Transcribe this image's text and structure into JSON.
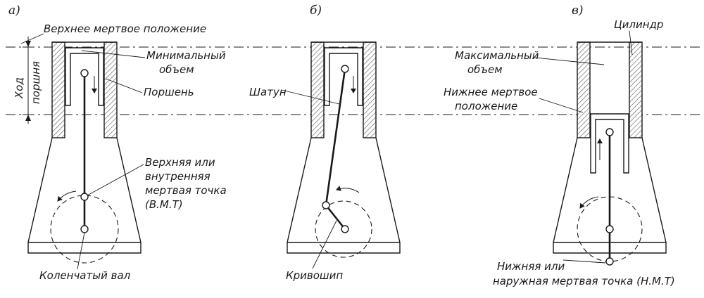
{
  "panels": {
    "a": "а)",
    "b": "б)",
    "v": "в)"
  },
  "labels": {
    "top_dead_position": "Верхнее мертвое положение",
    "stroke_line1": "Ход",
    "stroke_line2": "поршня",
    "min_volume_line1": "Минимальный",
    "min_volume_line2": "объем",
    "piston": "Поршень",
    "tdc_line1": "Верхняя или",
    "tdc_line2": "внутренняя",
    "tdc_line3": "мертвая точка",
    "tdc_line4": "(В.М.Т)",
    "crankshaft": "Коленчатый вал",
    "connecting_rod": "Шатун",
    "crank": "Кривошип",
    "cylinder": "Цилиндр",
    "max_volume_line1": "Максимальный",
    "max_volume_line2": "объем",
    "bottom_dead_position_line1": "Нижнее мертвое",
    "bottom_dead_position_line2": "положение",
    "bdc_line1": "Нижняя или",
    "bdc_line2": "наружная мертвая точка (Н.М.Т)"
  }
}
